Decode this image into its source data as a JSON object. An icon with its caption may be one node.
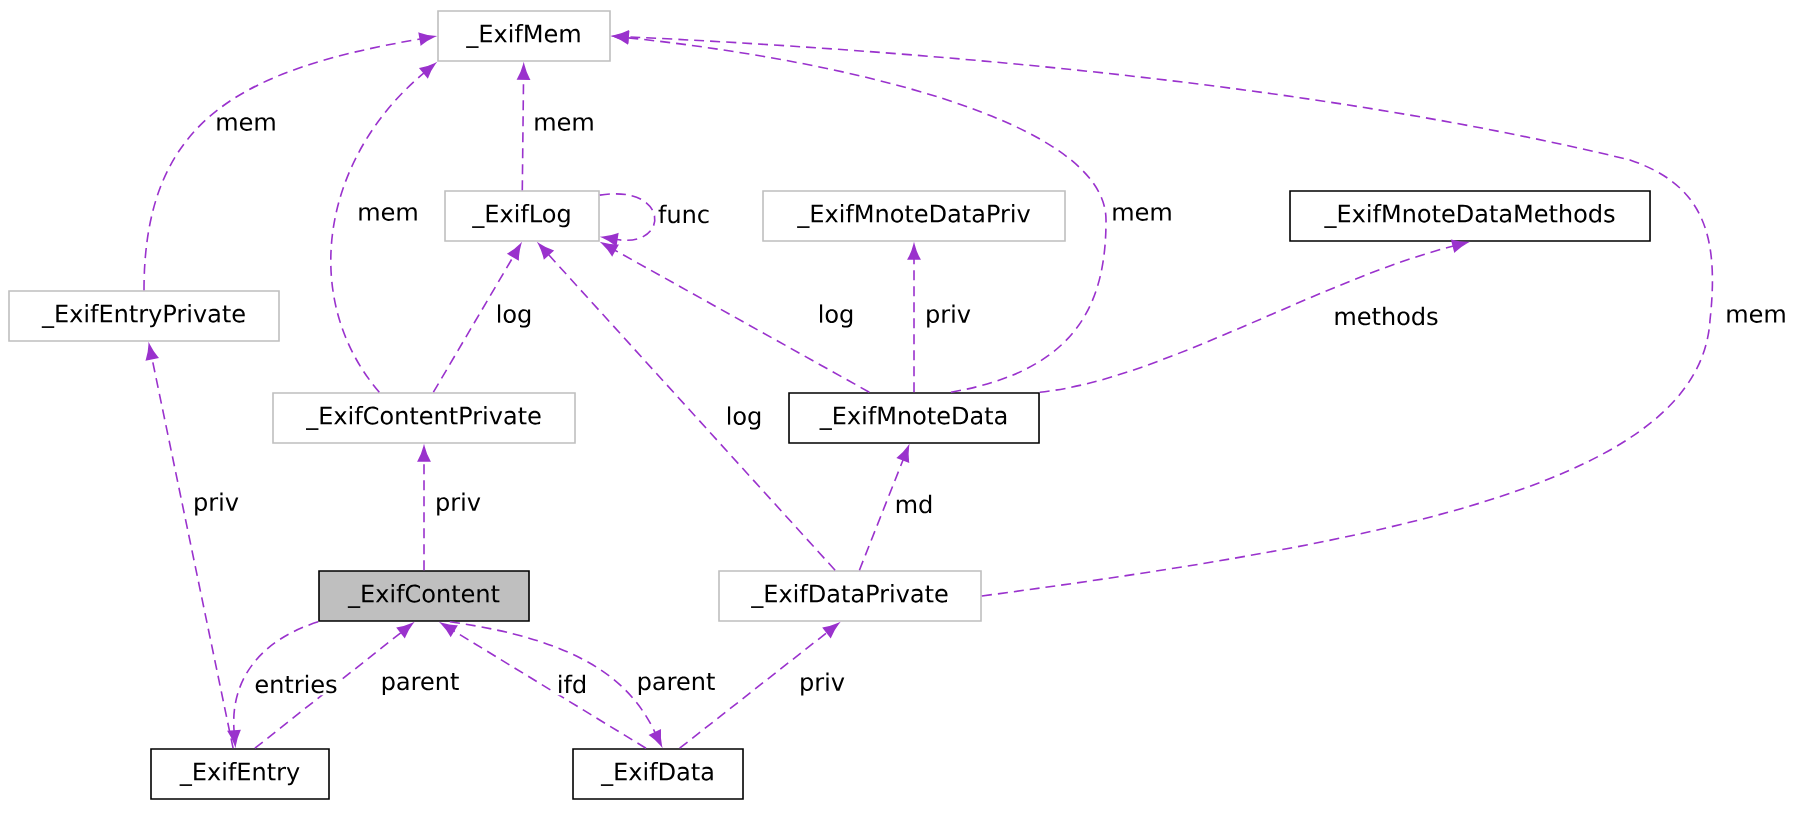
{
  "diagram": {
    "nodes": [
      {
        "text": [
          "_ExifMem"
        ]
      },
      {
        "text": [
          "_ExifLog"
        ]
      },
      {
        "text": [
          "_ExifMnoteDataPriv"
        ]
      },
      {
        "text": [
          "_ExifMnoteDataMethods"
        ]
      },
      {
        "text": [
          "_ExifEntryPrivate"
        ]
      },
      {
        "text": [
          "_ExifContentPrivate"
        ]
      },
      {
        "text": [
          "_ExifMnoteData"
        ]
      },
      {
        "text": [
          "_ExifDataPrivate"
        ]
      },
      {
        "text": [
          "_ExifContent"
        ]
      },
      {
        "text": [
          "_ExifEntry"
        ]
      },
      {
        "text": [
          "_ExifData"
        ]
      }
    ],
    "edges": [
      {
        "from": 4,
        "to": 0,
        "arrow": "to",
        "label": "mem"
      },
      {
        "from": 5,
        "to": 0,
        "arrow": "to",
        "label": "mem"
      },
      {
        "from": 1,
        "to": 0,
        "arrow": "to",
        "label": "mem"
      },
      {
        "from": 6,
        "to": 0,
        "arrow": "to",
        "label": "mem"
      },
      {
        "from": 7,
        "to": 0,
        "arrow": "to",
        "label": "mem"
      },
      {
        "from": 1,
        "to": 1,
        "arrow": "to",
        "label": "func"
      },
      {
        "from": 5,
        "to": 1,
        "arrow": "to",
        "label": "log"
      },
      {
        "from": 7,
        "to": 1,
        "arrow": "to",
        "label": "log"
      },
      {
        "from": 6,
        "to": 1,
        "arrow": "to",
        "label": "log"
      },
      {
        "from": 6,
        "to": 2,
        "arrow": "to",
        "label": "priv"
      },
      {
        "from": 6,
        "to": 3,
        "arrow": "to",
        "label": "methods"
      },
      {
        "from": 9,
        "to": 4,
        "arrow": "to",
        "label": "priv"
      },
      {
        "from": 8,
        "to": 5,
        "arrow": "to",
        "label": "priv"
      },
      {
        "from": 7,
        "to": 6,
        "arrow": "to",
        "label": "md"
      },
      {
        "from": 8,
        "to": 9,
        "arrow": "to",
        "label": "entries"
      },
      {
        "from": 9,
        "to": 8,
        "arrow": "to",
        "label": "parent"
      },
      {
        "from": 10,
        "to": 8,
        "arrow": "to",
        "label": "ifd"
      },
      {
        "from": 8,
        "to": 10,
        "arrow": "to",
        "label": "parent"
      },
      {
        "from": 10,
        "to": 7,
        "arrow": "to",
        "label": "priv"
      }
    ]
  }
}
